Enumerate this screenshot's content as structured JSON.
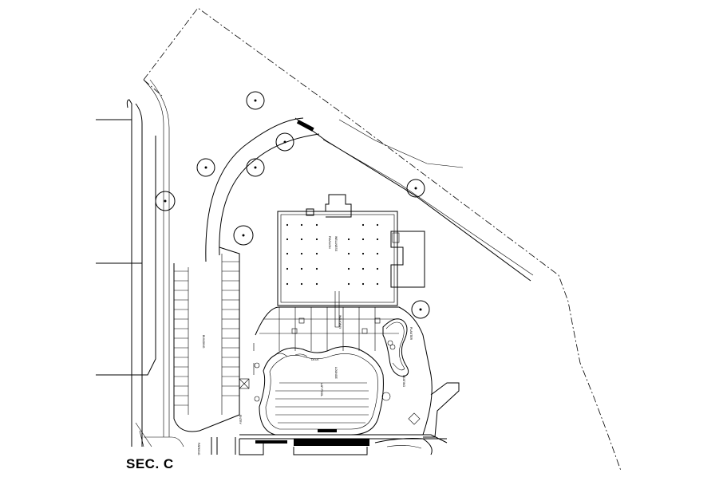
{
  "section_title": "SEC. C",
  "labels": {
    "building_1": "WELLNESS",
    "building_2": "PAVILION"
  }
}
